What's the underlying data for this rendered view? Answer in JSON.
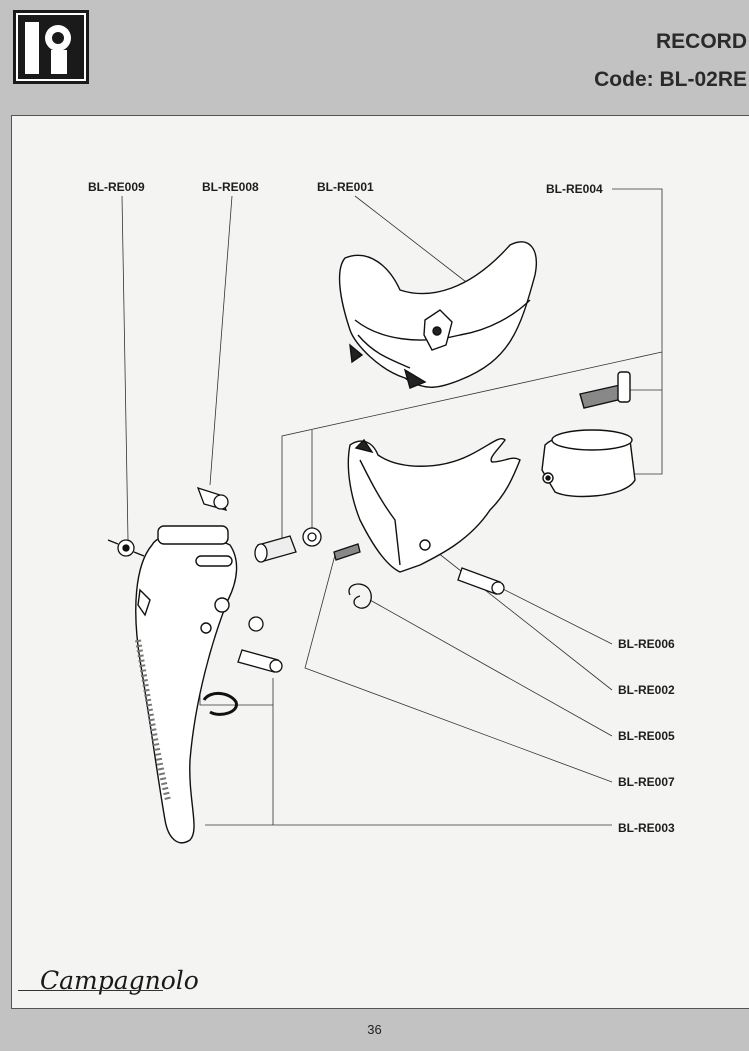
{
  "header": {
    "model": "RECORD",
    "code": "Code: BL-02RE"
  },
  "parts": {
    "top": [
      "BL-RE009",
      "BL-RE008",
      "BL-RE001",
      "BL-RE004"
    ],
    "right": [
      "BL-RE006",
      "BL-RE002",
      "BL-RE005",
      "BL-RE007",
      "BL-RE003"
    ]
  },
  "footer": {
    "brand": "Campagnolo",
    "page_number": "36"
  }
}
